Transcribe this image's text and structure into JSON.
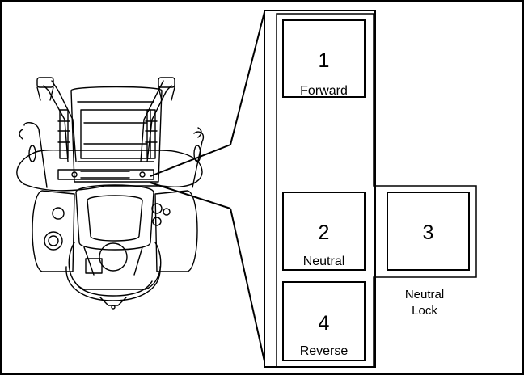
{
  "positions": [
    {
      "id": "forward",
      "number": "1",
      "label": "Forward"
    },
    {
      "id": "neutral",
      "number": "2",
      "label": "Neutral"
    },
    {
      "id": "neutral-lock",
      "number": "3",
      "label_line1": "Neutral",
      "label_line2": "Lock"
    },
    {
      "id": "reverse",
      "number": "4",
      "label": "Reverse"
    }
  ]
}
